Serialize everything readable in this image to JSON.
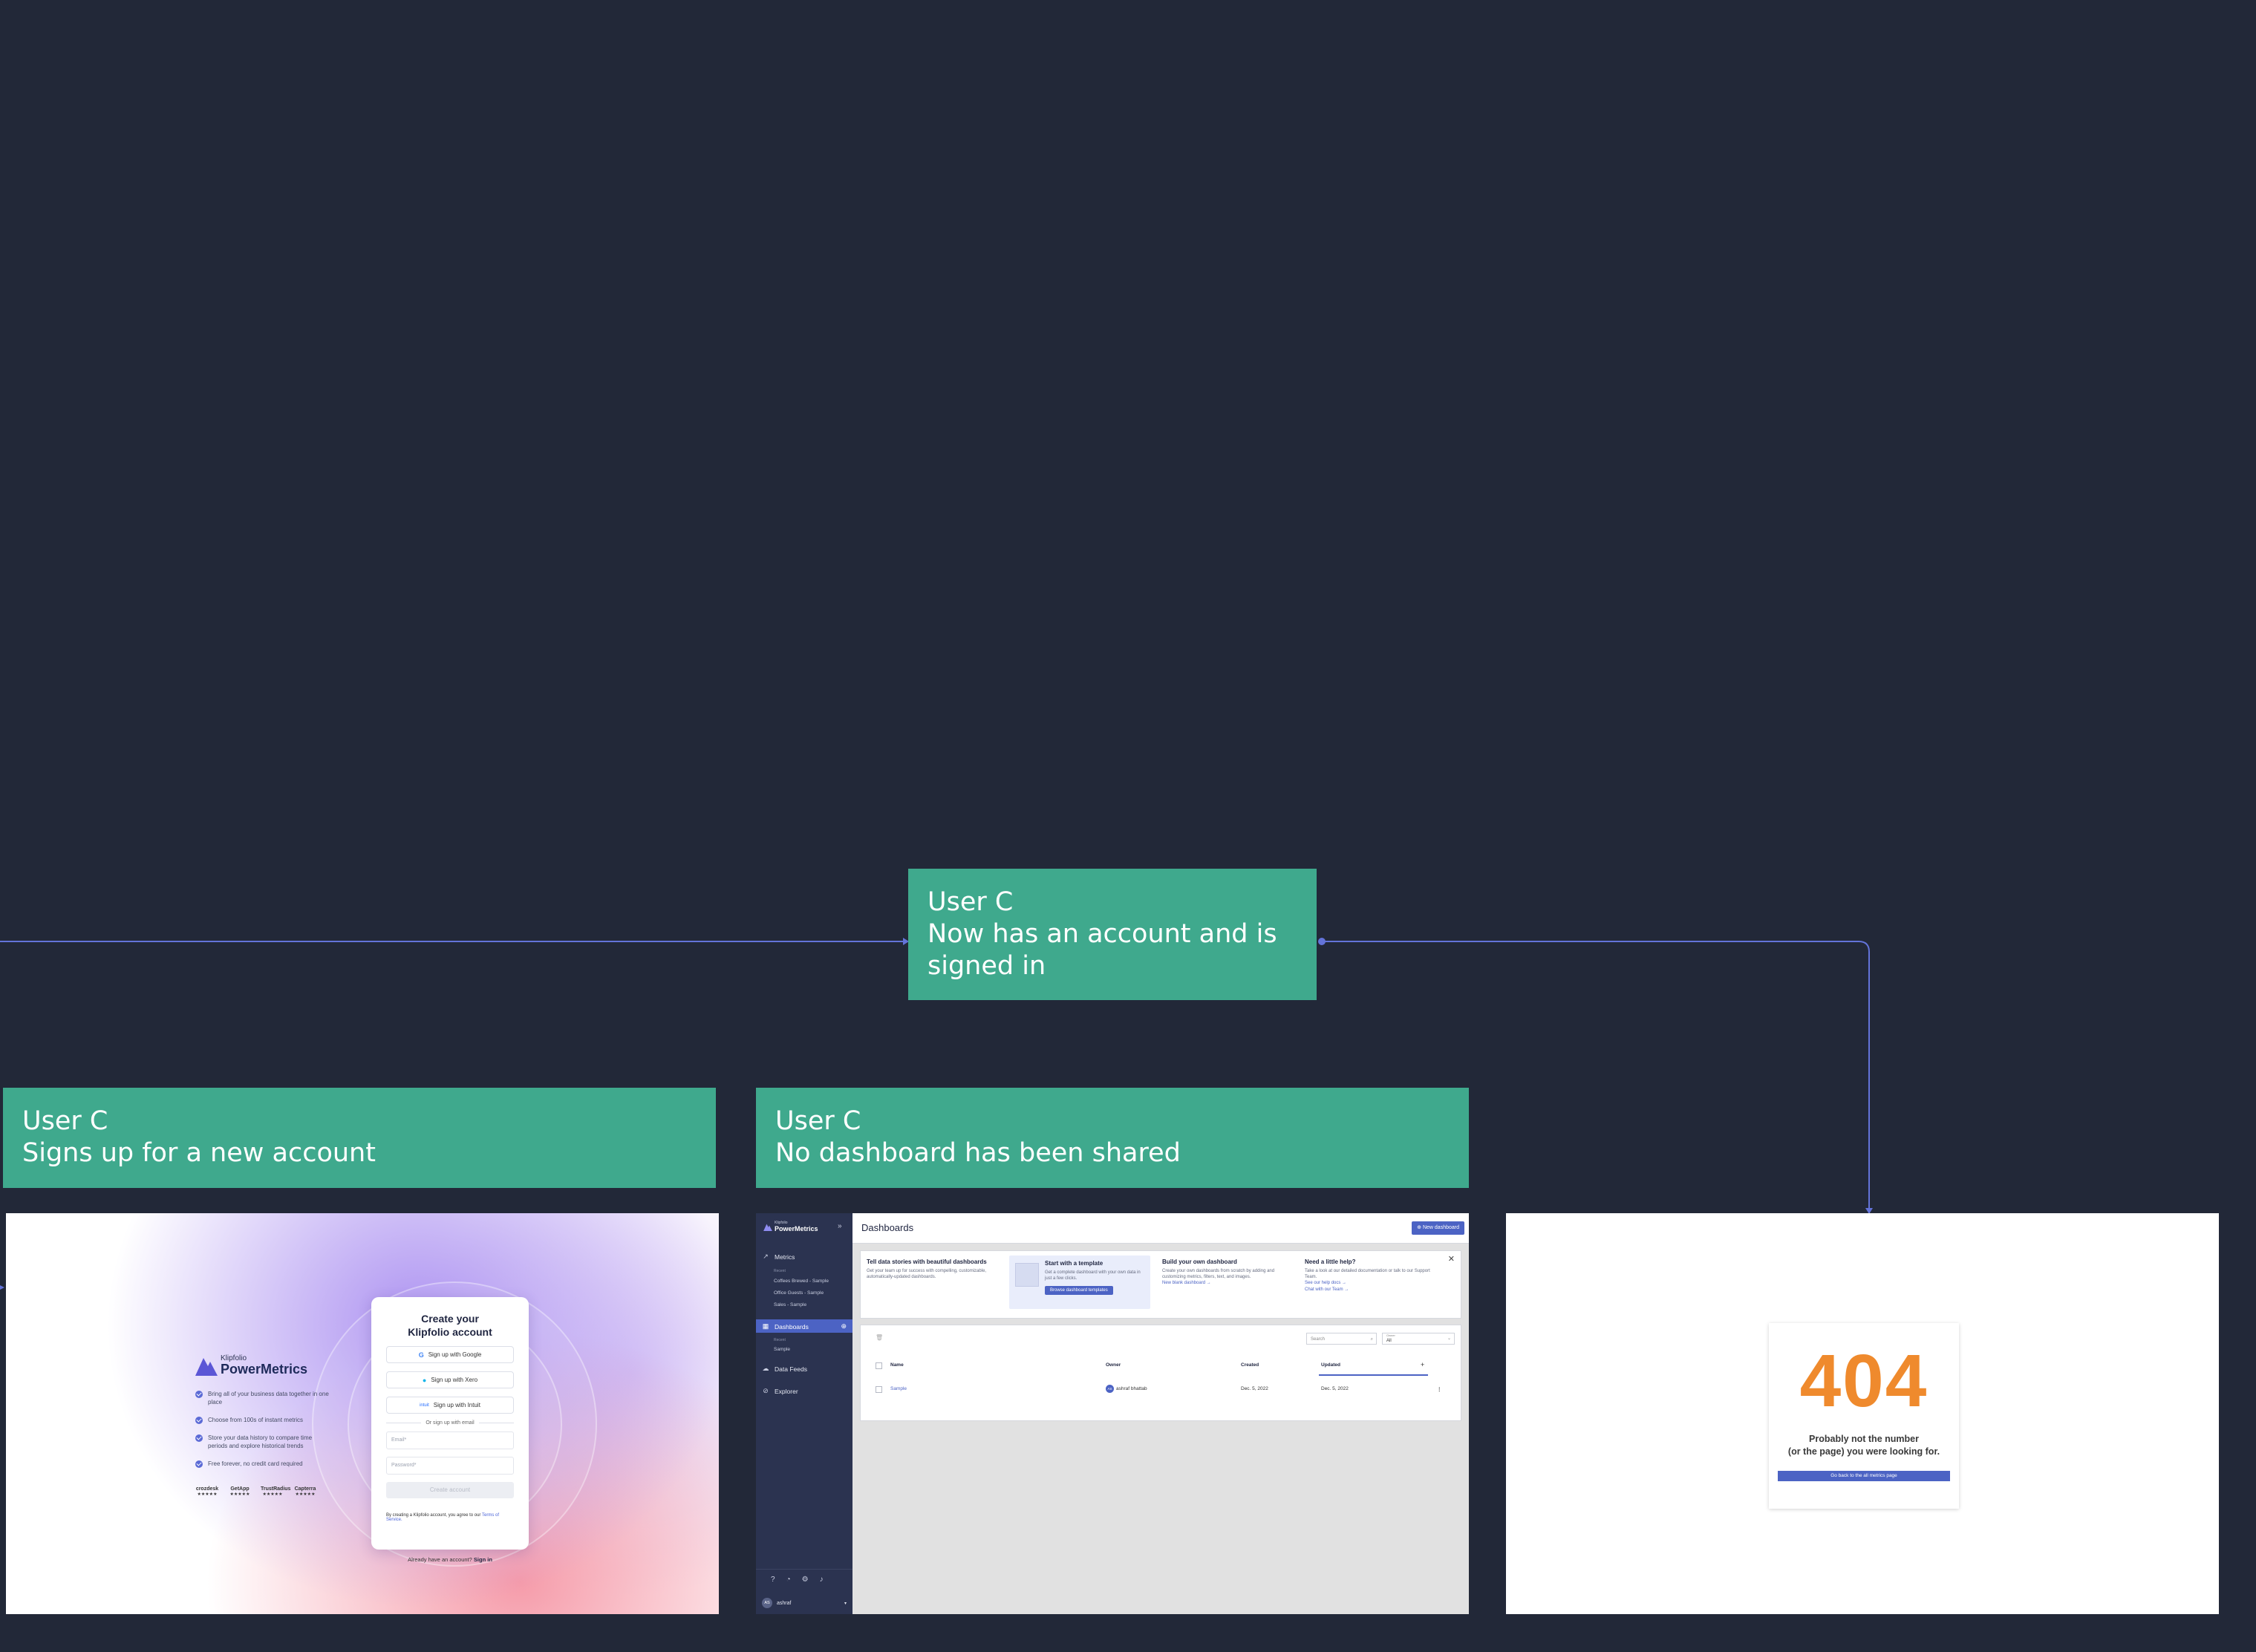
{
  "colors": {
    "canvas": "#222838",
    "card": "#3fa98d",
    "connector": "#6373d9",
    "brand_blue": "#4c63c4",
    "error_orange": "#ef8a2d"
  },
  "cards": {
    "account": {
      "line1": "User C",
      "line2": "Now has an account and is",
      "line3": "signed in"
    },
    "signup": {
      "line1": "User C",
      "line2": "Signs up for a new account"
    },
    "no_dashboard": {
      "line1": "User C",
      "line2": "No dashboard has been shared"
    }
  },
  "signup_screen": {
    "brand_small": "Klipfolio",
    "brand_big": "PowerMetrics",
    "features": [
      "Bring all of your business data together in one place",
      "Choose from 100s of instant metrics",
      "Store your data history to compare time periods and explore historical trends",
      "Free forever, no credit card required"
    ],
    "reviews": [
      {
        "name": "crozdesk",
        "stars": "★★★★★"
      },
      {
        "name": "GetApp",
        "stars": "★★★★★"
      },
      {
        "name": "TrustRadius",
        "stars": "★★★★★"
      },
      {
        "name": "Capterra",
        "stars": "★★★★★"
      }
    ],
    "card_title_1": "Create your",
    "card_title_2": "Klipfolio account",
    "google": "Sign up with Google",
    "xero": "Sign up with Xero",
    "intuit": "Sign up with Intuit",
    "or_email": "Or sign up with email",
    "email_placeholder": "Email*",
    "password_placeholder": "Password*",
    "create_button": "Create account",
    "terms_prefix": "By creating a Klipfolio account, you agree to our",
    "terms_link": "Terms of Service.",
    "already_text": "Already have an account?",
    "sign_in": "Sign in"
  },
  "dashboards_screen": {
    "logo_small": "Klipfolio",
    "logo_big": "PowerMetrics",
    "collapse_icon": "»",
    "nav": {
      "metrics": "Metrics",
      "recent": "Recent",
      "recent_items": [
        "Coffees Brewed - Sample",
        "Office Guests - Sample",
        "Sales - Sample"
      ],
      "dashboards": "Dashboards",
      "dashboards_recent": "Recent",
      "dashboards_items": [
        "Sample"
      ],
      "data_feeds": "Data Feeds",
      "explorer": "Explorer"
    },
    "user": {
      "initials": "AS",
      "name": "ashraf"
    },
    "title": "Dashboards",
    "new_button": "New dashboard",
    "promo": {
      "headline": "Tell data stories with beautiful dashboards",
      "headline_sub": "Get your team up for success with compelling, customizable, automatically-updated dashboards.",
      "template_title": "Start with a template",
      "template_text": "Get a complete dashboard with your own data in just a few clicks.",
      "template_button": "Browse dashboard templates",
      "build_title": "Build your own dashboard",
      "build_text": "Create your own dashboards from scratch by adding and customizing metrics, filters, text, and images.",
      "build_link": "New blank dashboard →",
      "help_title": "Need a little help?",
      "help_text": "Take a look at our detailed documentation or talk to our Support Team.",
      "help_link1": "See our help docs →",
      "help_link2": "Chat with our Team →"
    },
    "search_placeholder": "Search",
    "owner_filter_label": "Owner",
    "owner_filter_value": "All",
    "columns": [
      "Name",
      "Owner",
      "Created",
      "Updated"
    ],
    "rows": [
      {
        "name": "Sample",
        "owner_initials": "AS",
        "owner": "ashraf bhattab",
        "created": "Dec. 5, 2022",
        "updated": "Dec. 5, 2022"
      }
    ]
  },
  "not_found_screen": {
    "code": "404",
    "message_1": "Probably not the number",
    "message_2": "(or the page) you were looking for.",
    "button": "Go back to the all metrics page"
  }
}
